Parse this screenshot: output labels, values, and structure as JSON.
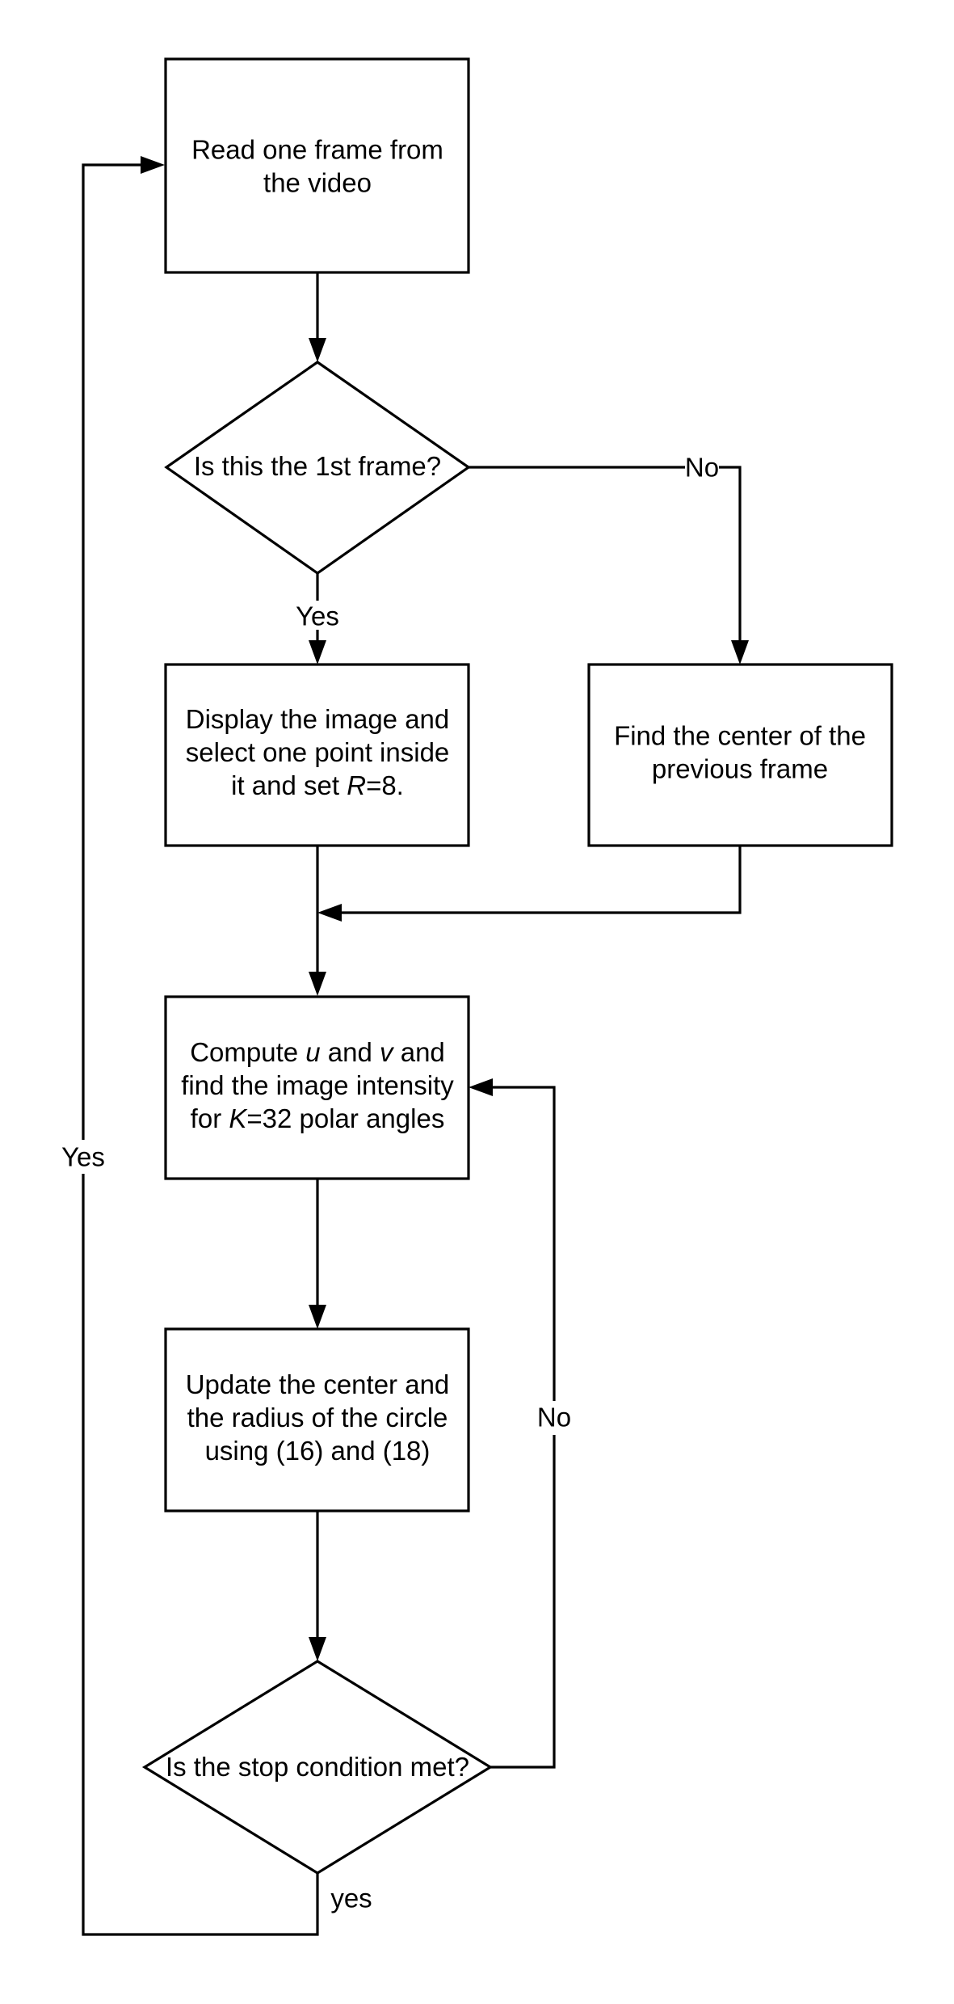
{
  "diagram": {
    "nodes": {
      "read_frame": {
        "lines": [
          [
            {
              "t": "Read one frame from"
            }
          ],
          [
            {
              "t": "the video"
            }
          ]
        ]
      },
      "is_first_frame": {
        "lines": [
          [
            {
              "t": "Is this the 1st frame?"
            }
          ]
        ]
      },
      "display_image": {
        "lines": [
          [
            {
              "t": "Display the image and"
            }
          ],
          [
            {
              "t": "select one point inside"
            }
          ],
          [
            {
              "t": "it and set "
            },
            {
              "t": "R",
              "i": true
            },
            {
              "t": "=8."
            }
          ]
        ]
      },
      "find_center": {
        "lines": [
          [
            {
              "t": "Find the center of the"
            }
          ],
          [
            {
              "t": "previous frame"
            }
          ]
        ]
      },
      "compute_uv": {
        "lines": [
          [
            {
              "t": "Compute "
            },
            {
              "t": "u",
              "i": true
            },
            {
              "t": " and "
            },
            {
              "t": "v",
              "i": true
            },
            {
              "t": "  and"
            }
          ],
          [
            {
              "t": "find the image intensity"
            }
          ],
          [
            {
              "t": "for "
            },
            {
              "t": "K",
              "i": true
            },
            {
              "t": "=32 polar angles"
            }
          ]
        ]
      },
      "update_center": {
        "lines": [
          [
            {
              "t": "Update the center and"
            }
          ],
          [
            {
              "t": "the radius of the circle"
            }
          ],
          [
            {
              "t": "using (16) and (18)"
            }
          ]
        ]
      },
      "stop_condition": {
        "lines": [
          [
            {
              "t": "Is the stop condition met?"
            }
          ]
        ]
      }
    },
    "edge_labels": {
      "first_no": "No",
      "first_yes": "Yes",
      "loop_yes": "Yes",
      "stop_no": "No",
      "stop_yes": "yes"
    }
  }
}
